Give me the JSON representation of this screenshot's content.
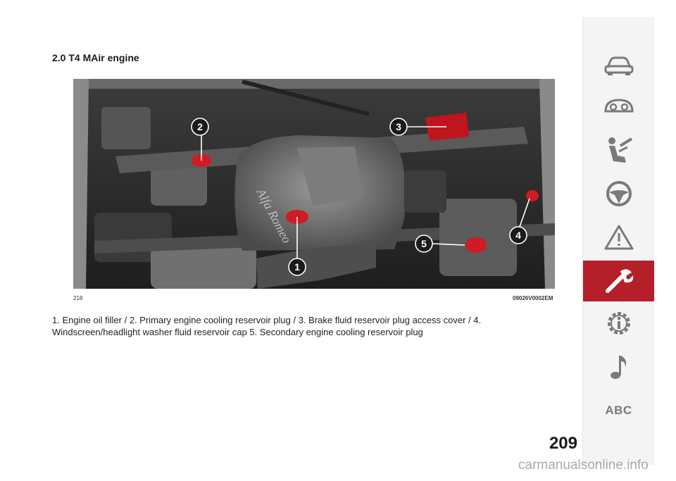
{
  "section": {
    "title": "2.0 T4 MAir engine"
  },
  "figure": {
    "callouts": [
      "1",
      "2",
      "3",
      "4",
      "5"
    ],
    "ref": "218",
    "code": "09026V0002EM"
  },
  "caption": "1. Engine oil filler / 2. Primary engine cooling reservoir plug / 3. Brake fluid reservoir plug access cover / 4. Windscreen/headlight washer fluid reservoir cap 5. Secondary engine cooling reservoir plug",
  "page_number": "209",
  "sidebar": {
    "tabs": [
      {
        "icon": "car-icon",
        "active": false
      },
      {
        "icon": "dashboard-icon",
        "active": false
      },
      {
        "icon": "airbag-seat-icon",
        "active": false
      },
      {
        "icon": "steering-wheel-icon",
        "active": false
      },
      {
        "icon": "warning-triangle-icon",
        "active": false
      },
      {
        "icon": "wrench-icon",
        "active": true
      },
      {
        "icon": "gear-info-icon",
        "active": false
      },
      {
        "icon": "music-note-icon",
        "active": false
      },
      {
        "icon": "abc-index-icon",
        "label": "ABC",
        "active": false
      }
    ],
    "active_color": "#b51f2a",
    "icon_color": "#7a7a7a"
  },
  "watermark": "carmanualsonline.info"
}
